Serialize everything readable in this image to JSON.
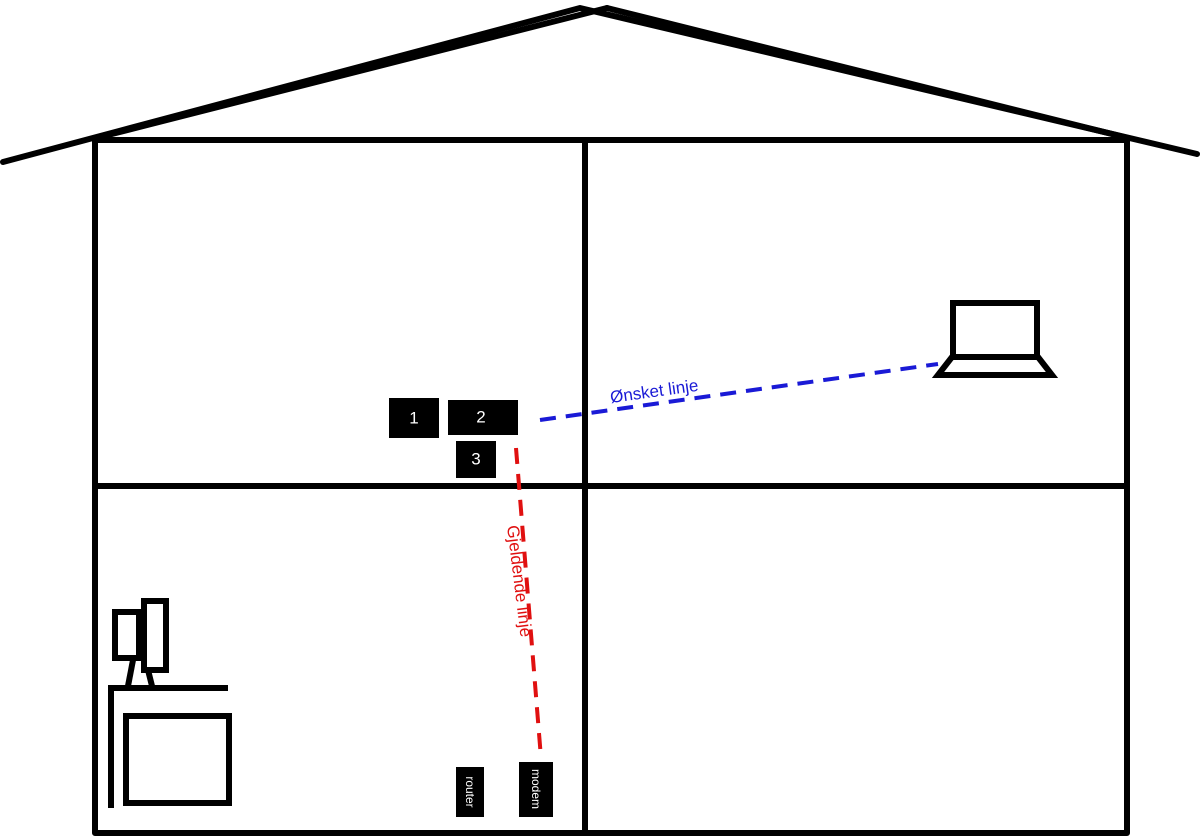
{
  "colors": {
    "desired_line": "#1a1ad6",
    "current_line": "#e01010",
    "outline": "#000000"
  },
  "boxes": {
    "box_1": "1",
    "box_2": "2",
    "box_3": "3",
    "router": "router",
    "modem": "modem"
  },
  "lines": {
    "desired_label": "Ønsket linje",
    "current_label": "Gjeldende linje"
  },
  "icons": {
    "laptop": "laptop-icon",
    "desktop": "desktop-computer-icon"
  }
}
